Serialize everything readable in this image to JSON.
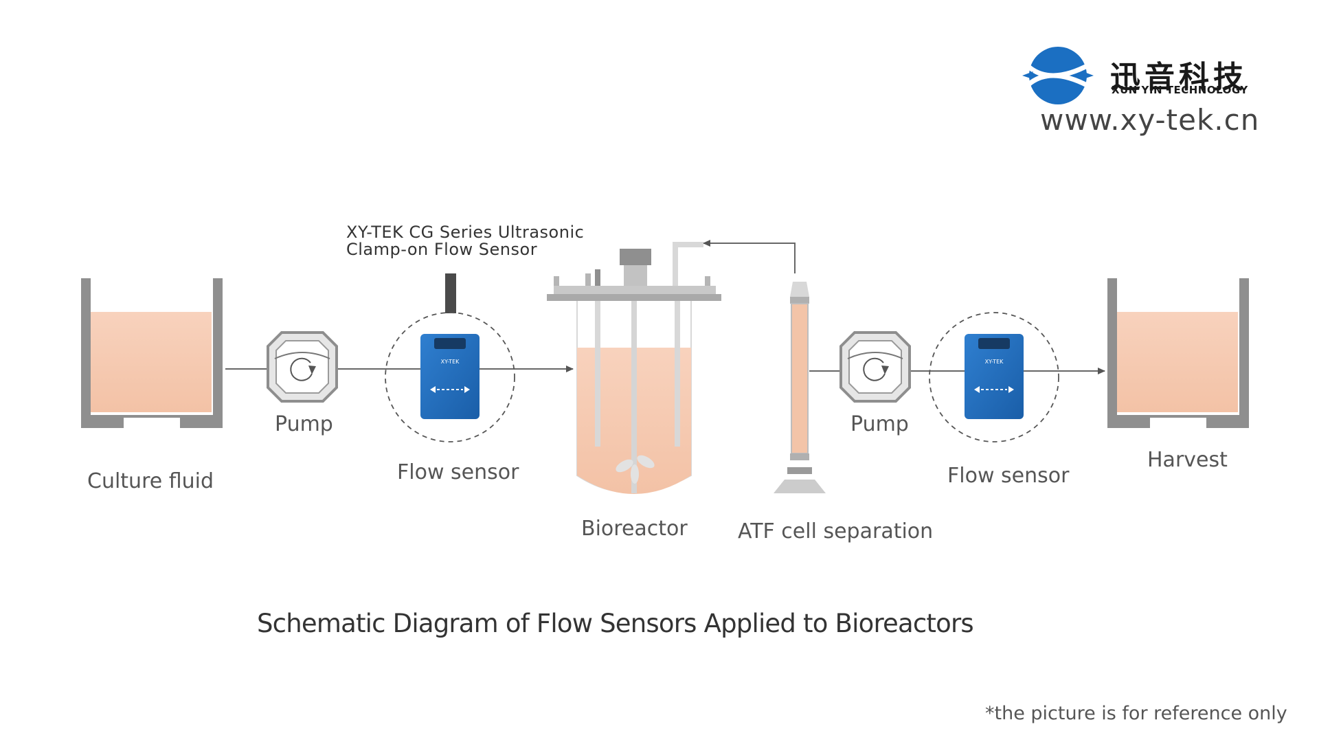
{
  "brand": {
    "name_cn": "迅音科技",
    "name_en": "XUN YIN TECHNOLOGY",
    "url": "www.xy-tek.cn",
    "color": "#1b6fc2"
  },
  "title": "Schematic Diagram of  Flow Sensors Applied to Bioreactors",
  "footnote": "*the picture is for reference only",
  "callout": {
    "line1": "XY-TEK CG Series Ultrasonic",
    "line2": "Clamp-on Flow Sensor"
  },
  "labels": {
    "culture": "Culture fluid",
    "pump1": "Pump",
    "sensor1": "Flow sensor",
    "bioreactor": "Bioreactor",
    "atf": "ATF cell separation",
    "pump2": "Pump",
    "sensor2": "Flow sensor",
    "harvest": "Harvest"
  },
  "colors": {
    "fluid": "#f6c9b0",
    "tank_wall": "#8c8c8c",
    "sensor_blue": "#1f6ab8",
    "line": "#555555"
  }
}
